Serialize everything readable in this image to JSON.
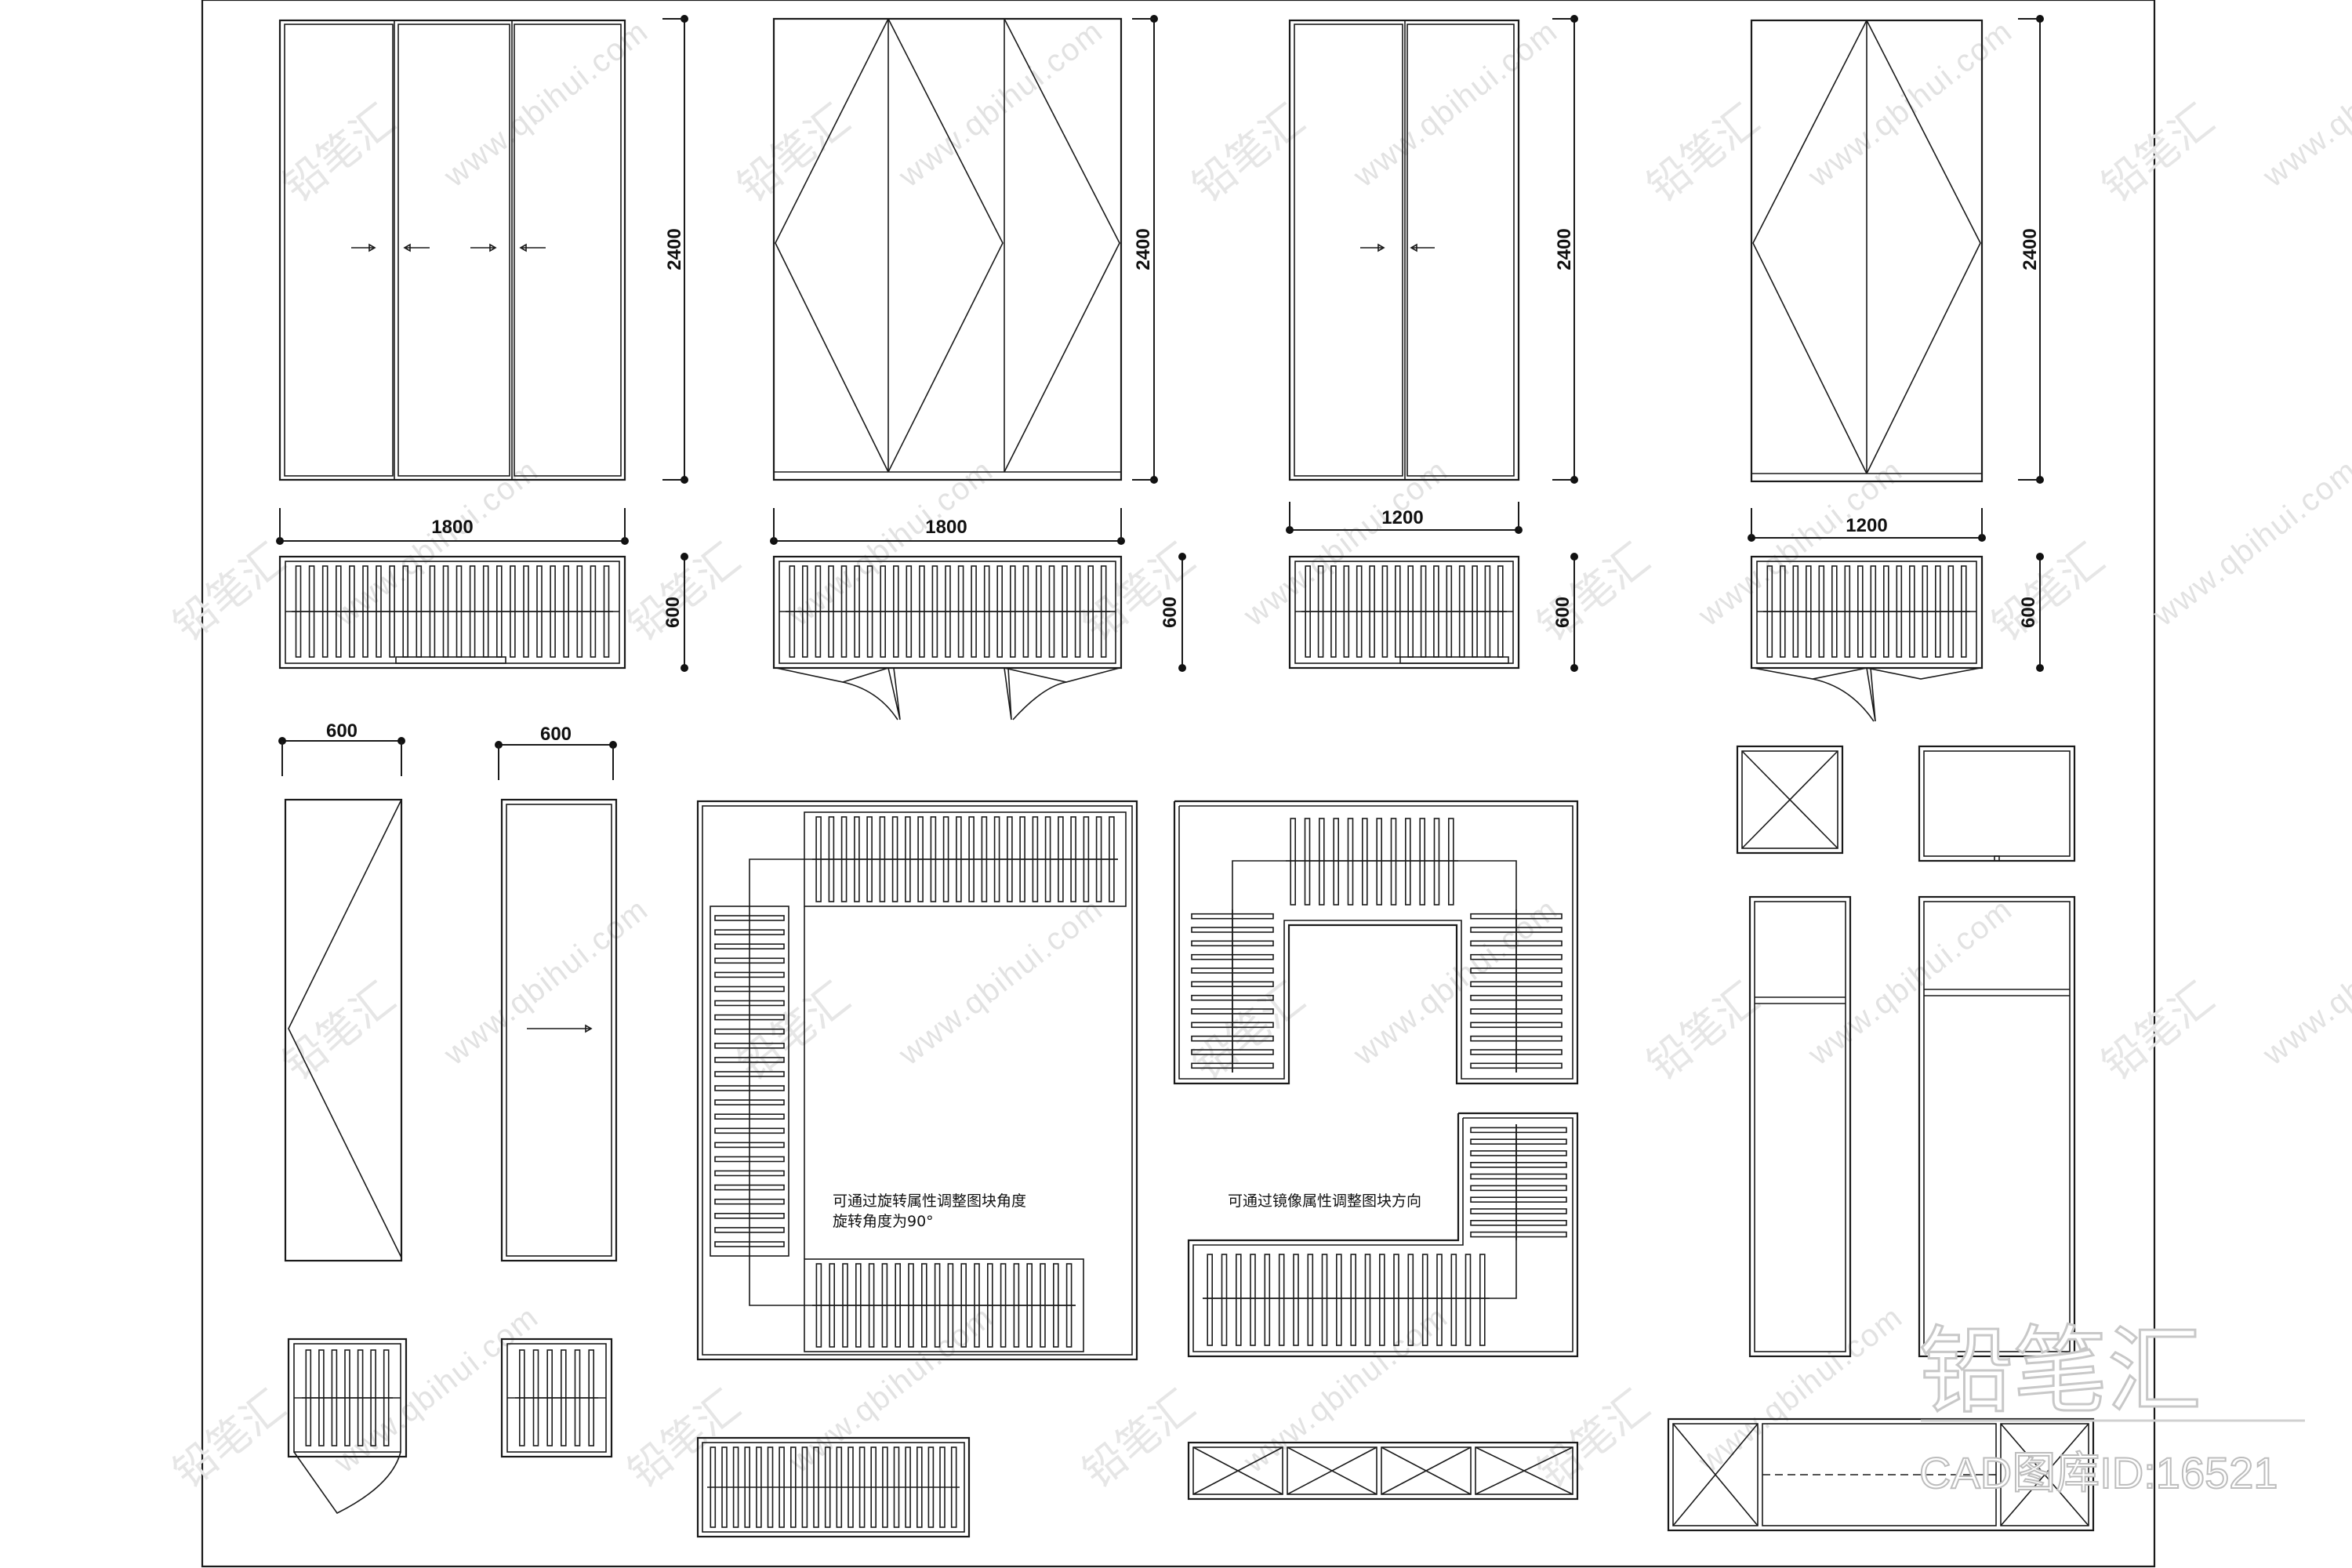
{
  "drawing": {
    "dimensions": {
      "w1800_a": "1800",
      "w1800_b": "1800",
      "w1200_a": "1200",
      "w1200_b": "1200",
      "h2400_a": "2400",
      "h2400_b": "2400",
      "h2400_c": "2400",
      "h2400_d": "2400",
      "d600_a": "600",
      "d600_b": "600",
      "d600_c": "600",
      "d600_d": "600",
      "w600_a": "600",
      "w600_b": "600"
    },
    "notes": {
      "rotate_line1": "可通过旋转属性调整图块角度",
      "rotate_line2": "旋转角度为90°",
      "mirror": "可通过镜像属性调整图块方向"
    }
  },
  "watermark": {
    "brand": "铅笔汇",
    "url": "www.qbihui.com",
    "logo_text": "铅笔汇",
    "logo_id": "CAD图库ID:16521"
  }
}
